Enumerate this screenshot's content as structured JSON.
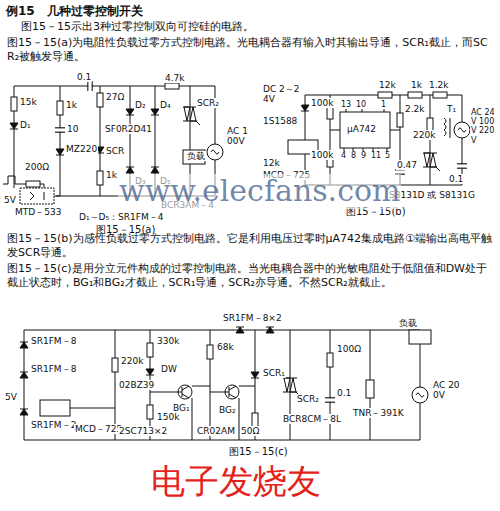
{
  "diagram": {
    "title": "例15　几种过零控制开关",
    "labels": [
      "图15－15示出3种过零控制双向可控硅的电路。",
      "图15－15(a)为电阻性负载过零方式控制电路。光电耦合器有输入时其输出导通，SCR₁截止，而SCR₂被触发导通。",
      "15k",
      "D₁",
      "0.1",
      "27Ω",
      "1k",
      "10",
      "MZ220",
      "200Ω",
      "5V",
      "MTD－533",
      "SF0R2D41",
      "SCR",
      "1k",
      "D₂",
      "D₃",
      "D₄",
      "D₅",
      "4.7k",
      "SCR₂",
      "负载",
      "AC 100V",
      "BCR3AM－4",
      "D₁～D₅：SR1FM－4",
      "图15－15(a)",
      "DC 2～24V",
      "1S1588",
      "100k",
      "13",
      "10",
      "1",
      "μA742",
      "4",
      "8",
      "9",
      "11",
      "5",
      "12k",
      "1k",
      "1.2k",
      "2.2k",
      "220k",
      "100k",
      "0.47",
      "12k",
      "MCD－725",
      "T₁",
      "AC 24V 100V 220V",
      "0.1",
      "S8131D 或 S8131G",
      "图15－15(b)",
      "图15－15(b)为感性负载过零方式控制电路。它是利用电压过零时μA742集成电路①端输出高电平触发SCR导通。",
      "图15－15(c)是用分立元件构成的过零控制电路。当光电耦合器中的光敏电阻处于低阻值和DW处于截止状态时，BG₁和BG₂才截止，SCR₁导通，SCR₂亦导通。不然SCR₂就截止。",
      "SR1FM－8",
      "SR1FM－8",
      "5V",
      "SR1FM－2",
      "MCD－725",
      "220k",
      "330k",
      "DW",
      "02BZ39",
      "68k",
      "BG₁",
      "BG₂",
      "150k",
      "2SC713×2",
      "CR02AM",
      "SCR₁",
      "SR1FM－8×2",
      "SCR₂",
      "BCR8CM－8L",
      "100Ω",
      "0.1",
      "TNR－391K",
      "负载",
      "AC 200V",
      "50Ω",
      "图15－15(c)",
      "www.elecfans.com",
      "电子发烧友"
    ]
  }
}
